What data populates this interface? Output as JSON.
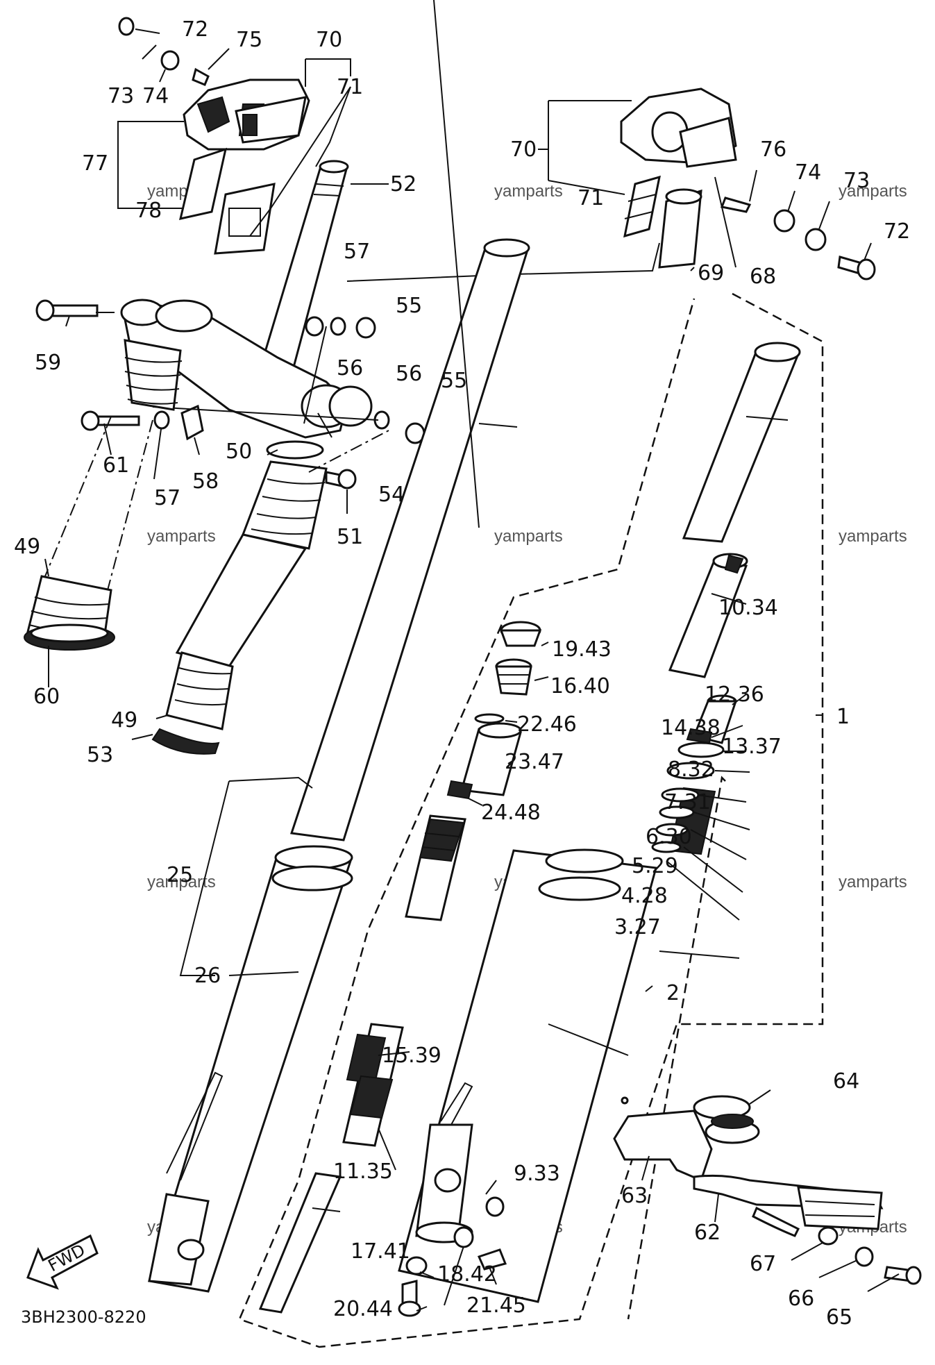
{
  "diagram": {
    "drawing_code": "3BH2300-8220",
    "fwd_label": "FWD",
    "watermark": "yamparts",
    "labels": {
      "l72a": "72",
      "l73a": "73",
      "l74a": "74",
      "l75": "75",
      "l70a": "70",
      "l71a": "71",
      "l77": "77",
      "l78": "78",
      "l52": "52",
      "l57a": "57",
      "l55a": "55",
      "l56a": "56",
      "l59": "59",
      "l56b": "56",
      "l55b": "55",
      "l61": "61",
      "l57b": "57",
      "l58": "58",
      "l50": "50",
      "l54": "54",
      "l51": "51",
      "l49a": "49",
      "l60": "60",
      "l49b": "49",
      "l53": "53",
      "l25": "25",
      "l26": "26",
      "l70b": "70",
      "l71b": "71",
      "l76": "76",
      "l74b": "74",
      "l73b": "73",
      "l72b": "72",
      "l69": "69",
      "l68": "68",
      "l1": "1",
      "l10": "10.34",
      "l19": "19.43",
      "l16": "16.40",
      "l22": "22.46",
      "l23": "23.47",
      "l24": "24.48",
      "l12": "12.36",
      "l14": "14.38",
      "l13": "13.37",
      "l8": "8.32",
      "l7": "7.31",
      "l6": "6.30",
      "l5": "5.29",
      "l4": "4.28",
      "l3": "3.27",
      "l2": "2",
      "l15": "15.39",
      "l11": "11.35",
      "l9": "9.33",
      "l17": "17.41",
      "l18": "18.42",
      "l20": "20.44",
      "l21": "21.45",
      "l64": "64",
      "l63": "63",
      "l62": "62",
      "l67": "67",
      "l66": "66",
      "l65": "65"
    }
  }
}
